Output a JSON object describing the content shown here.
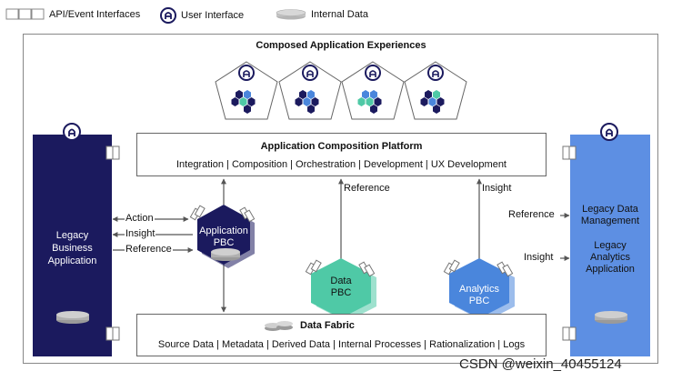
{
  "legend": {
    "api_label": "API/Event Interfaces",
    "user_label": "User Interface",
    "data_label": "Internal Data"
  },
  "experiences": {
    "title": "Composed Application Experiences",
    "count": 4
  },
  "platform": {
    "title": "Application Composition Platform",
    "subtitle": "Integration | Composition | Orchestration | Development | UX Development"
  },
  "legacy_business": {
    "line1": "Legacy",
    "line2": "Business",
    "line3": "Application"
  },
  "legacy_data": {
    "line1": "Legacy Data",
    "line2": "Management",
    "line3": "Legacy",
    "line4": "Analytics",
    "line5": "Application"
  },
  "links": {
    "action": "Action",
    "insight_left": "Insight",
    "reference_left": "Reference",
    "reference_mid": "Reference",
    "insight_mid": "Insight",
    "reference_right": "Reference",
    "insight_right": "Insight"
  },
  "pbc": {
    "application_line1": "Application",
    "application_line2": "PBC",
    "data_line1": "Data",
    "data_line2": "PBC",
    "analytics_line1": "Analytics",
    "analytics_line2": "PBC"
  },
  "fabric": {
    "title": "Data Fabric",
    "subtitle": "Source Data | Metadata | Derived Data | Internal Processes | Rationalization | Logs"
  },
  "watermark": "CSDN @weixin_40455124",
  "colors": {
    "navy": "#1b1a5e",
    "blue": "#4a86dc",
    "teal": "#4fc9a6",
    "legacy_right": "#5d8fe3",
    "api_blue": "#5b80d8"
  }
}
